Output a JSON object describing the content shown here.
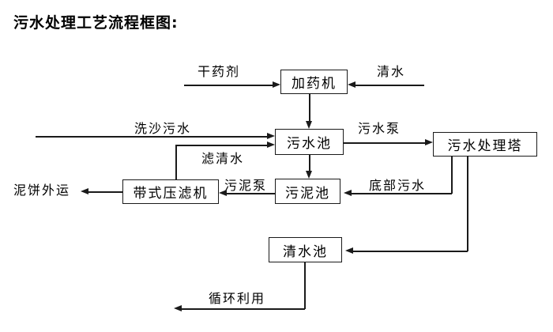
{
  "title": "污水处理工艺流程框图:",
  "colors": {
    "background": "#ffffff",
    "line": "#1a1a1a",
    "box_border": "#1a1a1a",
    "box_fill": "#ffffff",
    "text": "#000000"
  },
  "nodes": {
    "dosing_machine": "加药机",
    "sewage_pool": "污水池",
    "treatment_tower": "污水处理塔",
    "belt_filter_press": "带式压滤机",
    "sludge_pool": "污泥池",
    "clean_water_pool": "清水池"
  },
  "flow_labels": {
    "dry_chemical": "干药剂",
    "clean_water": "清水",
    "sand_washing_sewage": "洗沙污水",
    "sewage_pump": "污水泵",
    "filtered_water": "滤清水",
    "sludge_pump": "污泥泵",
    "mud_cake_out": "泥饼外运",
    "bottom_sewage": "底部污水",
    "recycle_reuse": "循环利用"
  },
  "edges": [
    {
      "from": "干药剂",
      "to": "加药机",
      "label": "干药剂"
    },
    {
      "from": "清水",
      "to": "加药机",
      "label": "清水"
    },
    {
      "from": "加药机",
      "to": "污水池",
      "label": ""
    },
    {
      "from": "洗沙污水",
      "to": "污水池",
      "label": "洗沙污水"
    },
    {
      "from": "带式压滤机",
      "to": "污水池",
      "label": "滤清水"
    },
    {
      "from": "污水池",
      "to": "污水处理塔",
      "label": "污水泵"
    },
    {
      "from": "污水池",
      "to": "污泥池",
      "label": ""
    },
    {
      "from": "污水处理塔",
      "to": "污泥池",
      "label": "底部污水"
    },
    {
      "from": "污泥池",
      "to": "带式压滤机",
      "label": "污泥泵"
    },
    {
      "from": "带式压滤机",
      "to": "泥饼外运",
      "label": "泥饼外运"
    },
    {
      "from": "污水处理塔",
      "to": "清水池",
      "label": ""
    },
    {
      "from": "清水池",
      "to": "循环利用",
      "label": "循环利用"
    }
  ]
}
